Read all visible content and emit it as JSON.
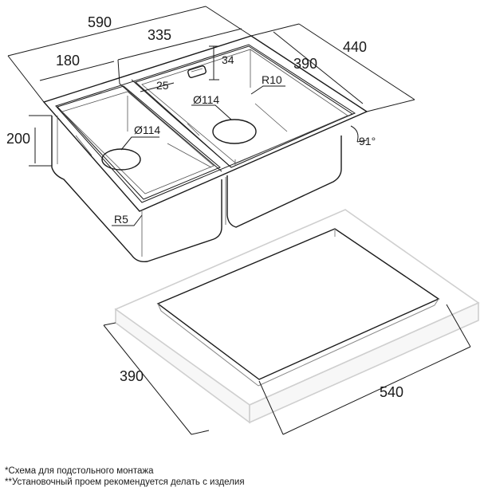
{
  "sink": {
    "dim_total_width": "590",
    "dim_right_bowl_width": "335",
    "dim_left_bowl_width": "180",
    "dim_total_depth": "440",
    "dim_right_bowl_depth": "390",
    "dim_overflow_offset": "34",
    "dim_drain_offset": "25",
    "dim_corner_radius_top": "R10",
    "dim_drain_right": "Ø114",
    "dim_drain_left": "Ø114",
    "dim_bowl_depth": "200",
    "dim_angle": "91°",
    "dim_corner_radius_bottom": "R5"
  },
  "cutout": {
    "dim_depth": "390",
    "dim_width": "540"
  },
  "notes": {
    "line1": "*Схема для подстольного монтажа",
    "line2": "**Установочный проем рекомендуется делать с изделия"
  }
}
